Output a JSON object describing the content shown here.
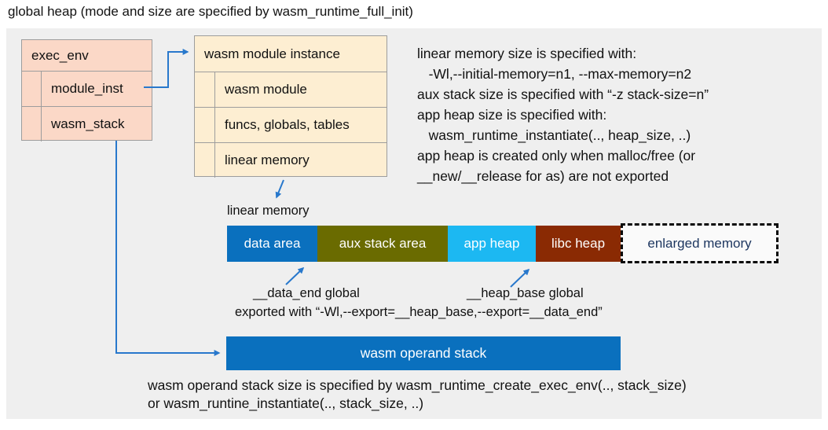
{
  "title": "global heap (mode and size are specified by wasm_runtime_full_init)",
  "exec_env": {
    "title": "exec_env",
    "fields": [
      "module_inst",
      "wasm_stack"
    ]
  },
  "module_instance": {
    "title": "wasm module instance",
    "fields": [
      "wasm module",
      "funcs, globals, tables",
      "linear memory"
    ]
  },
  "notes_right": {
    "lines": [
      "linear memory size is specified with:",
      "   -Wl,--initial-memory=n1, --max-memory=n2",
      "aux stack size is specified with “-z stack-size=n”",
      "app heap size is specified with:",
      "   wasm_runtime_instantiate(.., heap_size, ..)",
      "app heap is created only when malloc/free (or",
      "__new/__release for as) are not exported"
    ]
  },
  "linear_memory": {
    "label": "linear memory",
    "segments": [
      {
        "label": "data area",
        "color": "#0a70be"
      },
      {
        "label": "aux stack area",
        "color": "#6a6b00"
      },
      {
        "label": "app heap",
        "color": "#1cb8f2"
      },
      {
        "label": "libc heap",
        "color": "#8a2a03"
      },
      {
        "label": "enlarged memory",
        "color": "#fafafa",
        "text_color": "#1c355f",
        "border": "dashed"
      }
    ]
  },
  "annotations": {
    "data_end": "__data_end global",
    "heap_base": "__heap_base global",
    "exported": "exported with “-Wl,--export=__heap_base,--export=__data_end”"
  },
  "operand_stack": {
    "label": "wasm operand stack",
    "color": "#0a70be"
  },
  "notes_bottom": {
    "lines": [
      "wasm operand stack size is specified by wasm_runtime_create_exec_env(.., stack_size)",
      "or wasm_runtine_instantiate(.., stack_size, ..)"
    ]
  },
  "colors": {
    "panel_bg": "#efefef",
    "exec_env_fill": "#fbd8c7",
    "module_instance_fill": "#fdeed2",
    "box_border": "#9d9d9d",
    "arrow_blue": "#2878cc",
    "enlarged_text": "#1c355f"
  }
}
